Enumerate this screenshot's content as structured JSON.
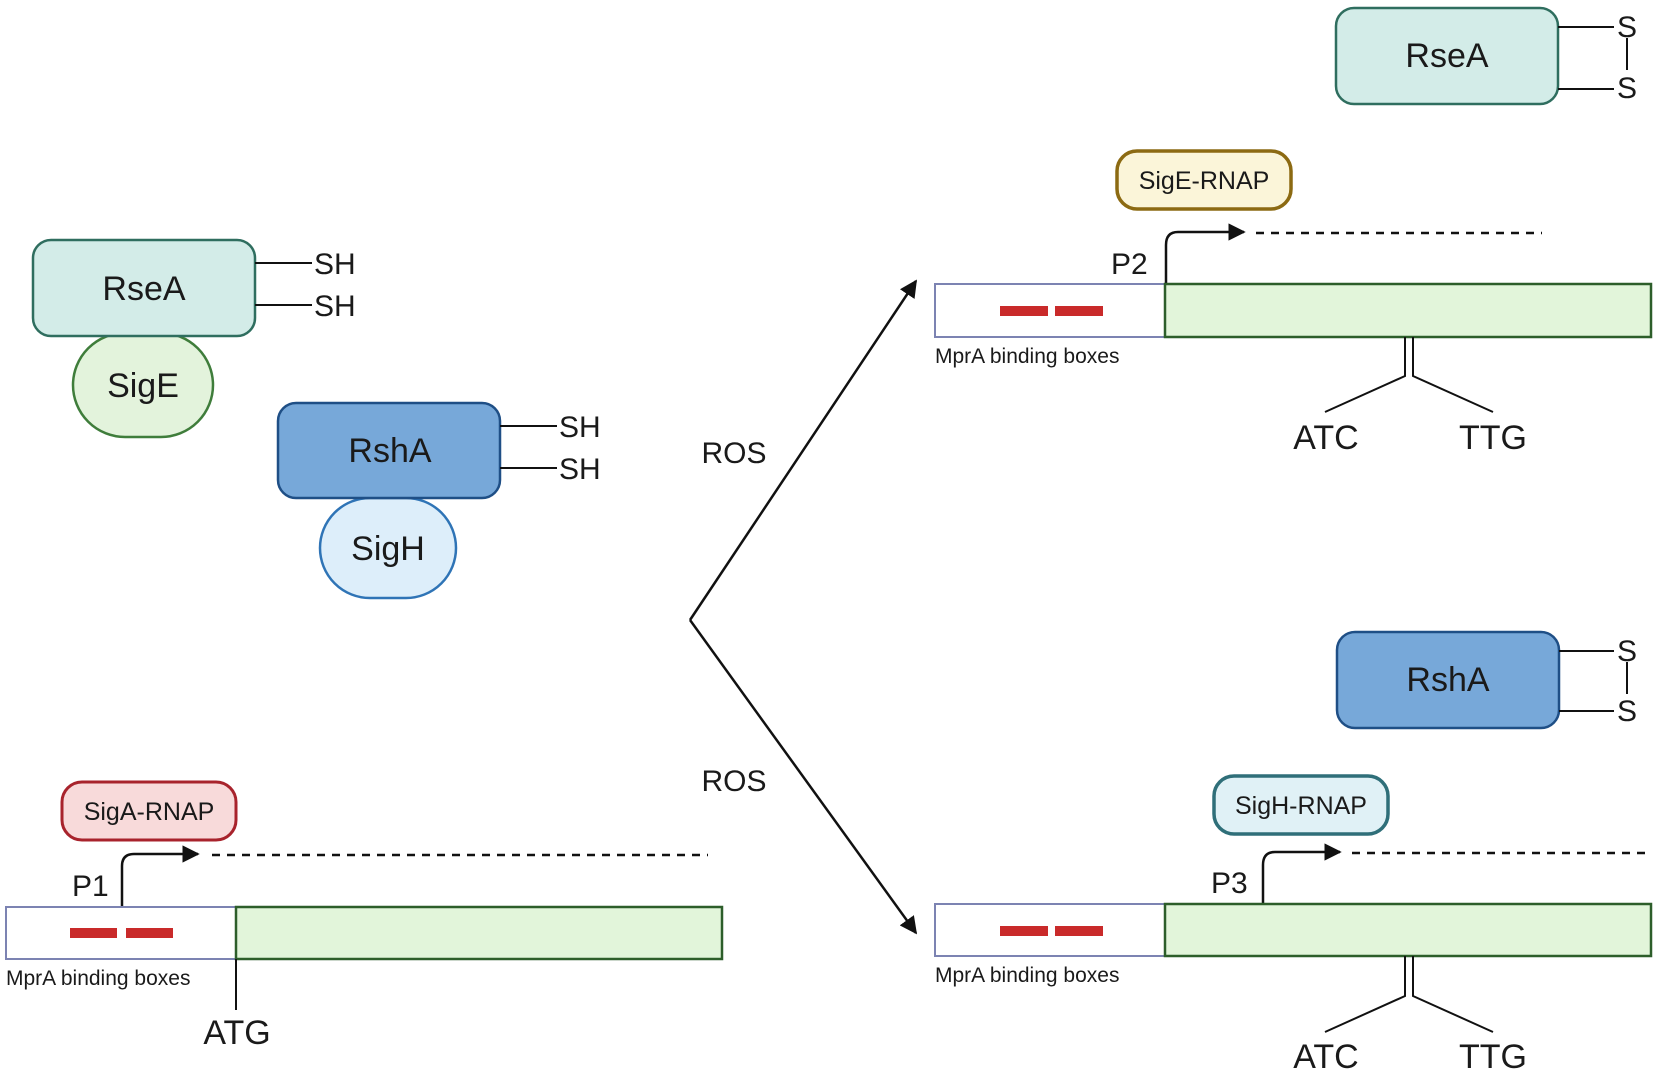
{
  "proteins": {
    "rsea_reduced": "RseA",
    "sige": "SigE",
    "rsha_reduced": "RshA",
    "sigh": "SigH",
    "rsea_oxidized": "RseA",
    "rsha_oxidized": "RshA"
  },
  "thiols": {
    "sh": "SH",
    "s": "S"
  },
  "stimulus": {
    "ros_top": "ROS",
    "ros_bottom": "ROS"
  },
  "polymerases": {
    "siga": "SigA-RNAP",
    "sige": "SigE-RNAP",
    "sigh": "SigH-RNAP"
  },
  "promoters": {
    "p1": "P1",
    "p2": "P2",
    "p3": "P3"
  },
  "boxes_label": "MprA binding boxes",
  "codons": {
    "atg": "ATG",
    "atc": "ATC",
    "ttg": "TTG"
  },
  "colors": {
    "rsea_fill": "#d3ece8",
    "rsea_stroke": "#2f6e5f",
    "sige_fill": "#e3f3dc",
    "sige_stroke": "#3f7d3b",
    "rsha_fill": "#77a8d9",
    "rsha_stroke": "#1f4f86",
    "sigh_fill": "#ddeefa",
    "sigh_stroke": "#2f74b6",
    "siga_fill": "#f8dada",
    "siga_stroke": "#a8232c",
    "sigerna_fill": "#fbf5d9",
    "sigerna_stroke": "#8c6a12",
    "sigh_rnap_fill": "#e0f1f6",
    "sigh_rnap_stroke": "#2f6f79",
    "gene_fill": "#e2f5da",
    "gene_stroke": "#2d5e2a",
    "promoter_stroke": "#7c83b2",
    "box_fill": "#c92a2a"
  }
}
